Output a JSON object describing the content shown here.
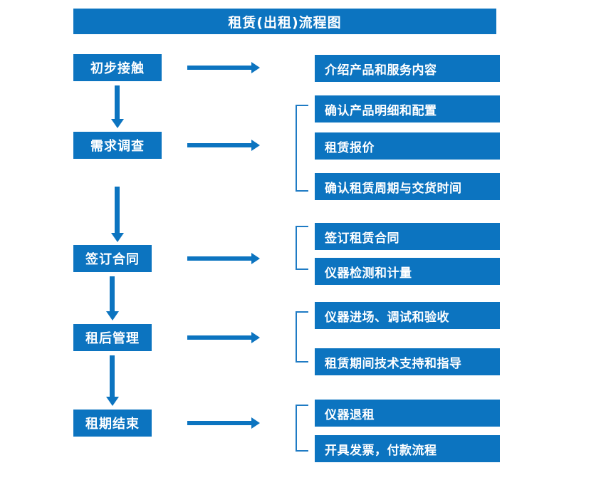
{
  "diagram": {
    "title": "租赁(出租)流程图",
    "accent_color": "#0c74c0",
    "bracket_color": "#1f7bc4",
    "text_color": "#ffffff",
    "background_color": "#ffffff",
    "stages": [
      {
        "label": "初步接触"
      },
      {
        "label": "需求调查"
      },
      {
        "label": "签订合同"
      },
      {
        "label": "租后管理"
      },
      {
        "label": "租期结束"
      }
    ],
    "details": [
      {
        "label": "介绍产品和服务内容"
      },
      {
        "label": "确认产品明细和配置"
      },
      {
        "label": "租赁报价"
      },
      {
        "label": "确认租赁周期与交货时间"
      },
      {
        "label": "签订租赁合同"
      },
      {
        "label": "仪器检测和计量"
      },
      {
        "label": "仪器进场、调试和验收"
      },
      {
        "label": "租赁期间技术支持和指导"
      },
      {
        "label": "仪器退租"
      },
      {
        "label": "开具发票，付款流程"
      }
    ],
    "stage_detail_map": [
      {
        "stage": "初步接触",
        "details": [
          "介绍产品和服务内容"
        ]
      },
      {
        "stage": "需求调查",
        "details": [
          "确认产品明细和配置",
          "租赁报价",
          "确认租赁周期与交货时间"
        ]
      },
      {
        "stage": "签订合同",
        "details": [
          "签订租赁合同",
          "仪器检测和计量"
        ]
      },
      {
        "stage": "租后管理",
        "details": [
          "仪器进场、调试和验收",
          "租赁期间技术支持和指导"
        ]
      },
      {
        "stage": "租期结束",
        "details": [
          "仪器退租",
          "开具发票，付款流程"
        ]
      }
    ]
  }
}
